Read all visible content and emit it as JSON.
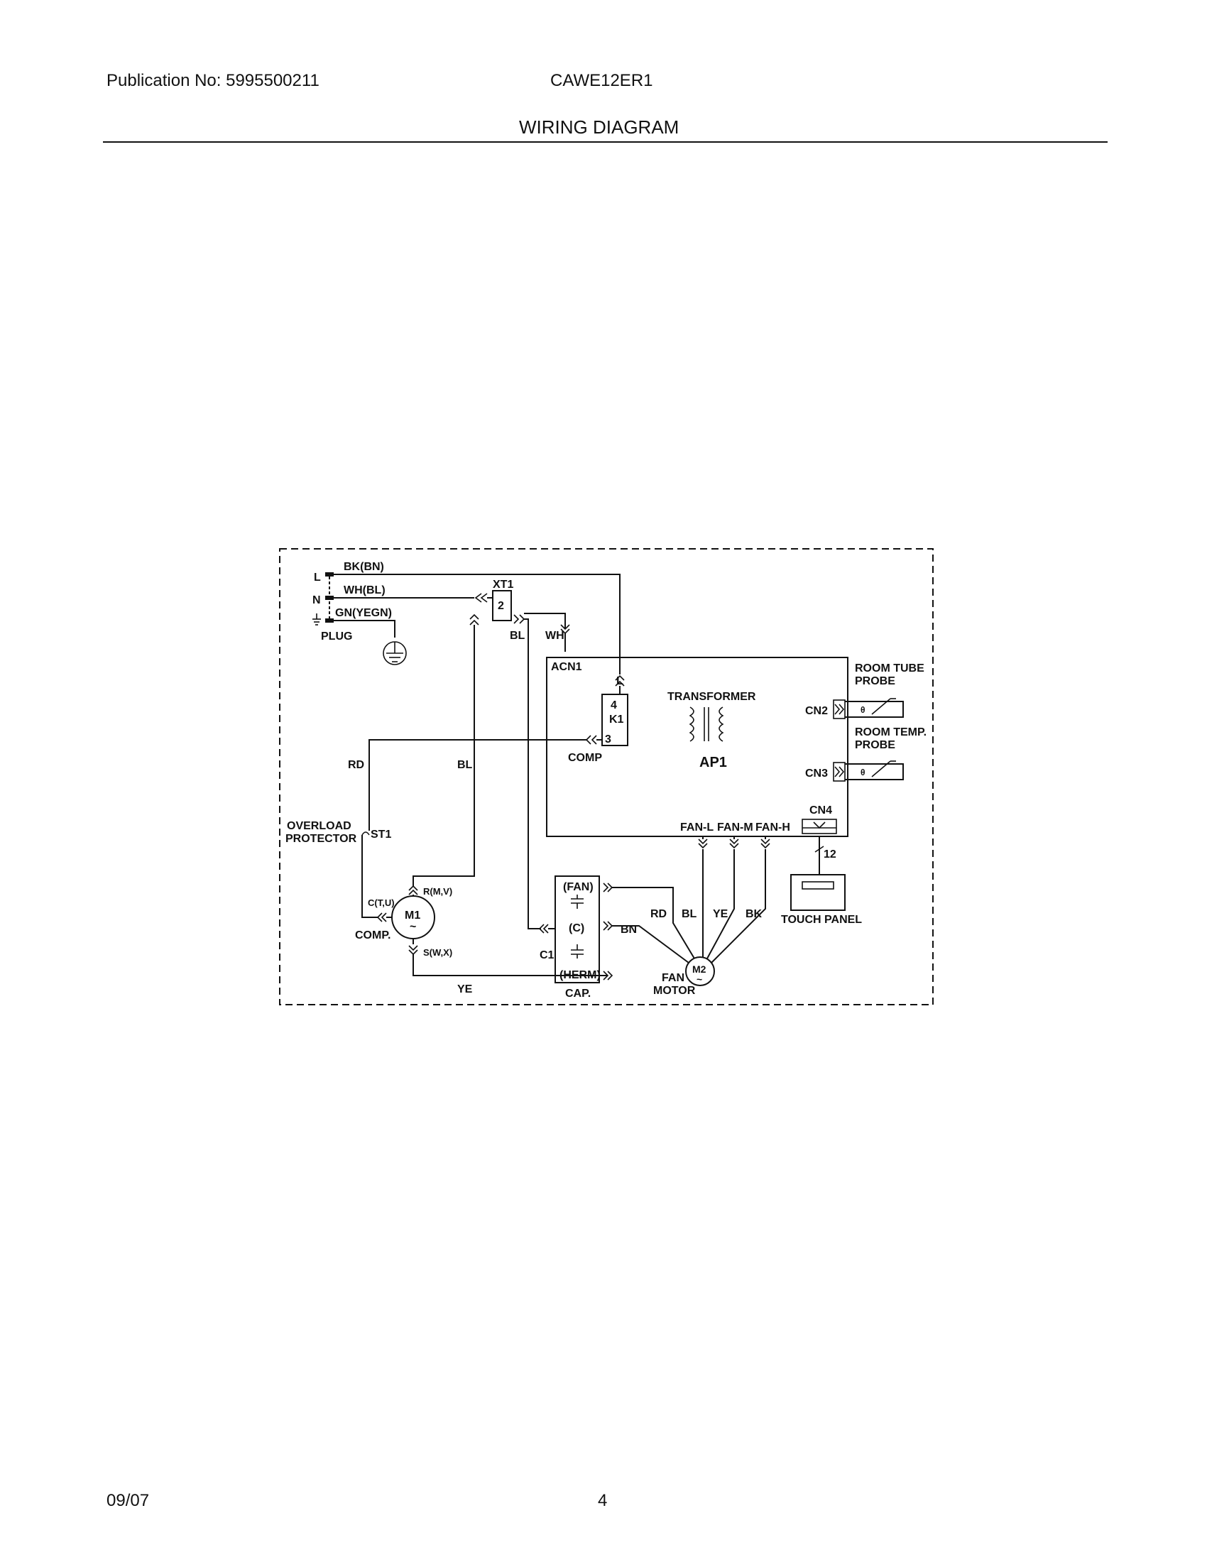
{
  "header": {
    "publication": "Publication No: 5995500211",
    "model": "CAWE12ER1",
    "title": "WIRING DIAGRAM"
  },
  "footer": {
    "date": "09/07",
    "page": "4"
  },
  "diagram": {
    "plug": {
      "l": "L",
      "n": "N",
      "label": "PLUG"
    },
    "wires": {
      "bk_bn": "BK(BN)",
      "wh_bl": "WH(BL)",
      "gn_yegn": "GN(YEGN)",
      "bl1": "BL",
      "wh": "WH",
      "rd1": "RD",
      "bl2": "BL",
      "ye": "YE",
      "bn": "BN",
      "rd2": "RD",
      "bl3": "BL",
      "ye2": "YE",
      "bk": "BK",
      "twelve": "12"
    },
    "terminal": {
      "name": "XT1",
      "pin": "2"
    },
    "board": {
      "name": "AP1",
      "acn1": "ACN1",
      "l": "L",
      "relay": "K1",
      "pin4": "4",
      "pin3": "3",
      "comp": "COMP",
      "transformer": "TRANSFORMER",
      "cn2": "CN2",
      "cn3": "CN3",
      "cn4": "CN4",
      "fan_l": "FAN-L",
      "fan_m": "FAN-M",
      "fan_h": "FAN-H"
    },
    "probes": {
      "tube_line1": "ROOM TUBE",
      "tube_line2": "PROBE",
      "temp_line1": "ROOM TEMP.",
      "temp_line2": "PROBE",
      "theta": "θ"
    },
    "overload": {
      "line1": "OVERLOAD",
      "line2": "PROTECTOR",
      "id": "ST1"
    },
    "compressor": {
      "id": "M1",
      "tilde": "~",
      "label": "COMP.",
      "c": "C(T,U)",
      "r": "R(M,V)",
      "s": "S(W,X)"
    },
    "capacitor": {
      "fan": "(FAN)",
      "c": "(C)",
      "herm": "(HERM)",
      "id": "C1",
      "label": "CAP."
    },
    "fan_motor": {
      "id": "M2",
      "tilde": "~",
      "line1": "FAN",
      "line2": "MOTOR"
    },
    "touch_panel": "TOUCH PANEL"
  }
}
